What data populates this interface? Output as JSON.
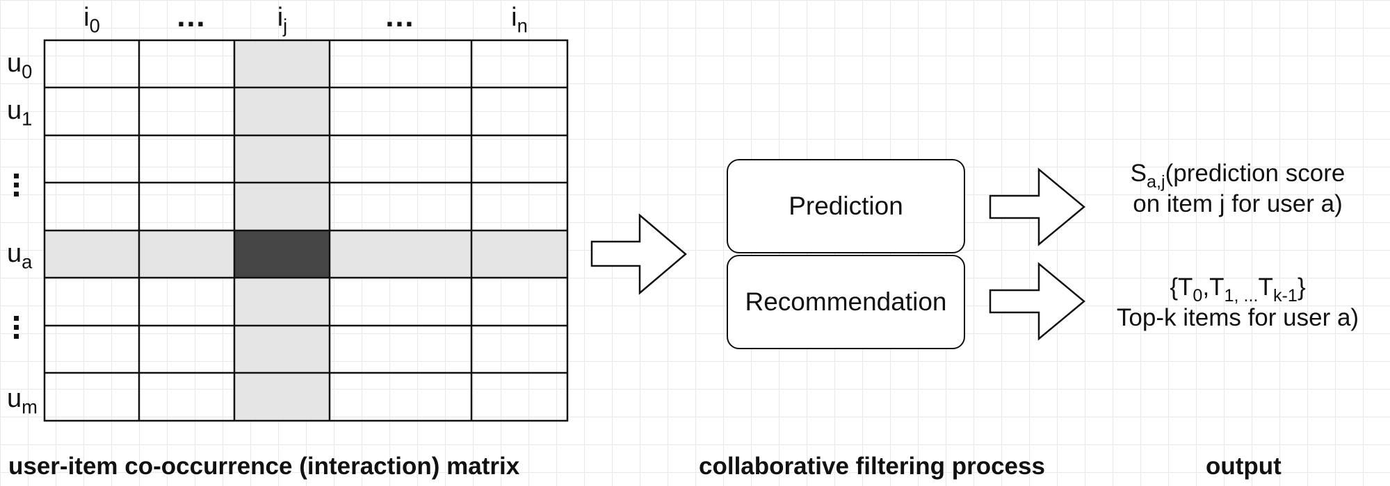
{
  "matrix": {
    "columns": [
      {
        "base": "i",
        "sub": "0"
      },
      {
        "dots": "…"
      },
      {
        "base": "i",
        "sub": "j"
      },
      {
        "dots": "…"
      },
      {
        "base": "i",
        "sub": "n"
      }
    ],
    "rows": [
      {
        "base": "u",
        "sub": "0"
      },
      {
        "base": "u",
        "sub": "1"
      },
      {
        "vdots": true
      },
      {
        "base": "u",
        "sub": "a"
      },
      {
        "vdots": true
      },
      {
        "base": "u",
        "sub": "m"
      }
    ],
    "highlight": {
      "row": "u_a",
      "column": "i_j"
    },
    "colors": {
      "highlight": "#e5e5e5",
      "intersection": "#454545",
      "lines": "#111111"
    }
  },
  "process": {
    "boxes": [
      {
        "label": "Prediction"
      },
      {
        "label": "Recommendation"
      }
    ]
  },
  "outputs": {
    "prediction": {
      "symbol": "S",
      "symbol_sub": "a,j",
      "line1_rest": "(prediction score",
      "line2": "on item j for user a)"
    },
    "recommendation": {
      "open": "{T",
      "t0_sub": "0",
      "comma1": ",T",
      "t1_sub": "1, ...",
      "t_last": "T",
      "tk_sub": "k-1",
      "close": "}",
      "line2": "Top-k items for user a)"
    }
  },
  "captions": {
    "matrix": "user-item co-occurrence (interaction) matrix",
    "process": "collaborative filtering process",
    "output": "output"
  }
}
